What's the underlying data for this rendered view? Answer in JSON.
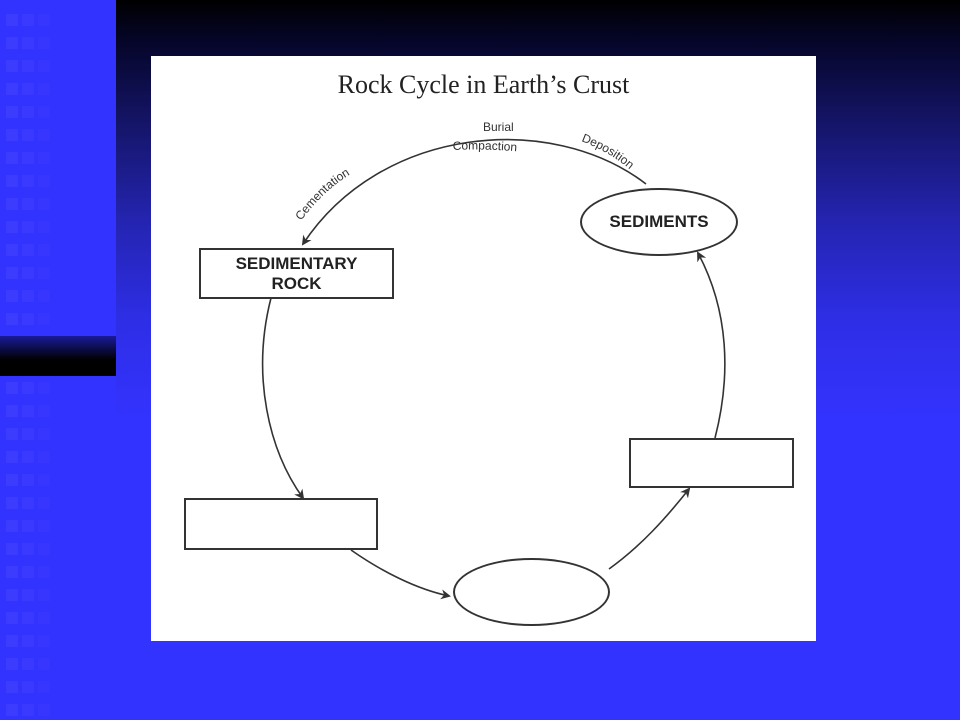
{
  "diagram": {
    "title": "Rock Cycle in Earth’s Crust",
    "process_labels": {
      "burial": "Burial",
      "compaction": "Compaction",
      "deposition": "Deposition",
      "cementation": "Cementation"
    },
    "nodes": {
      "sediments": "SEDIMENTS",
      "sedimentary_rock_line1": "SEDIMENTARY",
      "sedimentary_rock_line2": "ROCK",
      "blank_box_left": "",
      "blank_oval_bottom": "",
      "blank_box_right": ""
    }
  },
  "colors": {
    "slide_background": "#3333ff",
    "panel": "#ffffff",
    "line": "#333333"
  }
}
